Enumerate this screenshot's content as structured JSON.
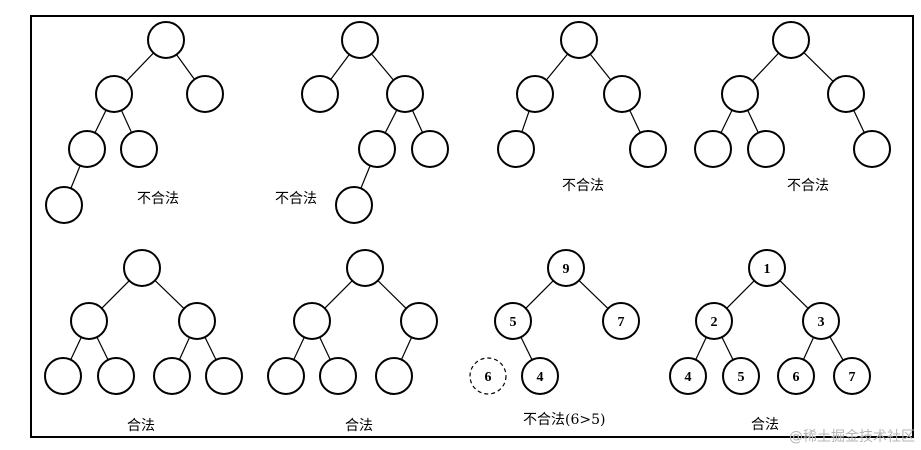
{
  "trees": [
    {
      "id": "t1",
      "caption": "不合法",
      "nodes": [
        {
          "id": "a",
          "label": ""
        },
        {
          "id": "b",
          "label": ""
        },
        {
          "id": "c",
          "label": ""
        },
        {
          "id": "d",
          "label": ""
        },
        {
          "id": "e",
          "label": ""
        },
        {
          "id": "f",
          "label": ""
        }
      ],
      "edges": [
        [
          "a",
          "b"
        ],
        [
          "a",
          "c"
        ],
        [
          "b",
          "d"
        ],
        [
          "b",
          "e"
        ],
        [
          "d",
          "f"
        ]
      ]
    },
    {
      "id": "t2",
      "caption": "不合法",
      "nodes": [
        {
          "id": "a",
          "label": ""
        },
        {
          "id": "b",
          "label": ""
        },
        {
          "id": "c",
          "label": ""
        },
        {
          "id": "d",
          "label": ""
        },
        {
          "id": "e",
          "label": ""
        },
        {
          "id": "f",
          "label": ""
        }
      ],
      "edges": [
        [
          "a",
          "b"
        ],
        [
          "a",
          "c"
        ],
        [
          "c",
          "d"
        ],
        [
          "c",
          "e"
        ],
        [
          "d",
          "f"
        ]
      ]
    },
    {
      "id": "t3",
      "caption": "不合法",
      "nodes": [
        {
          "id": "a",
          "label": ""
        },
        {
          "id": "b",
          "label": ""
        },
        {
          "id": "c",
          "label": ""
        },
        {
          "id": "d",
          "label": ""
        },
        {
          "id": "e",
          "label": ""
        }
      ],
      "edges": [
        [
          "a",
          "b"
        ],
        [
          "a",
          "c"
        ],
        [
          "b",
          "d"
        ],
        [
          "c",
          "e"
        ]
      ]
    },
    {
      "id": "t4",
      "caption": "不合法",
      "nodes": [
        {
          "id": "a",
          "label": ""
        },
        {
          "id": "b",
          "label": ""
        },
        {
          "id": "c",
          "label": ""
        },
        {
          "id": "d",
          "label": ""
        },
        {
          "id": "e",
          "label": ""
        },
        {
          "id": "f",
          "label": ""
        }
      ],
      "edges": [
        [
          "a",
          "b"
        ],
        [
          "a",
          "c"
        ],
        [
          "b",
          "d"
        ],
        [
          "b",
          "e"
        ],
        [
          "c",
          "f"
        ]
      ]
    },
    {
      "id": "t5",
      "caption": "合法",
      "nodes": [
        {
          "id": "a",
          "label": ""
        },
        {
          "id": "b",
          "label": ""
        },
        {
          "id": "c",
          "label": ""
        },
        {
          "id": "d",
          "label": ""
        },
        {
          "id": "e",
          "label": ""
        },
        {
          "id": "f",
          "label": ""
        },
        {
          "id": "g",
          "label": ""
        }
      ],
      "edges": [
        [
          "a",
          "b"
        ],
        [
          "a",
          "c"
        ],
        [
          "b",
          "d"
        ],
        [
          "b",
          "e"
        ],
        [
          "c",
          "f"
        ],
        [
          "c",
          "g"
        ]
      ]
    },
    {
      "id": "t6",
      "caption": "合法",
      "nodes": [
        {
          "id": "a",
          "label": ""
        },
        {
          "id": "b",
          "label": ""
        },
        {
          "id": "c",
          "label": ""
        },
        {
          "id": "d",
          "label": ""
        },
        {
          "id": "e",
          "label": ""
        },
        {
          "id": "f",
          "label": ""
        }
      ],
      "edges": [
        [
          "a",
          "b"
        ],
        [
          "a",
          "c"
        ],
        [
          "b",
          "d"
        ],
        [
          "b",
          "e"
        ],
        [
          "c",
          "f"
        ]
      ]
    },
    {
      "id": "t7",
      "caption": "不合法(6>5)",
      "nodes": [
        {
          "id": "a",
          "label": "9"
        },
        {
          "id": "b",
          "label": "5"
        },
        {
          "id": "c",
          "label": "7"
        },
        {
          "id": "d",
          "label": "6",
          "dashed": true
        },
        {
          "id": "e",
          "label": "4"
        }
      ],
      "edges": [
        [
          "a",
          "b"
        ],
        [
          "a",
          "c"
        ],
        [
          "b",
          "e"
        ]
      ]
    },
    {
      "id": "t8",
      "caption": "合法",
      "nodes": [
        {
          "id": "a",
          "label": "1"
        },
        {
          "id": "b",
          "label": "2"
        },
        {
          "id": "c",
          "label": "3"
        },
        {
          "id": "d",
          "label": "4"
        },
        {
          "id": "e",
          "label": "5"
        },
        {
          "id": "f",
          "label": "6"
        },
        {
          "id": "g",
          "label": "7"
        }
      ],
      "edges": [
        [
          "a",
          "b"
        ],
        [
          "a",
          "c"
        ],
        [
          "b",
          "d"
        ],
        [
          "b",
          "e"
        ],
        [
          "c",
          "f"
        ],
        [
          "c",
          "g"
        ]
      ]
    }
  ],
  "watermark": "@稀土掘金技术社区"
}
